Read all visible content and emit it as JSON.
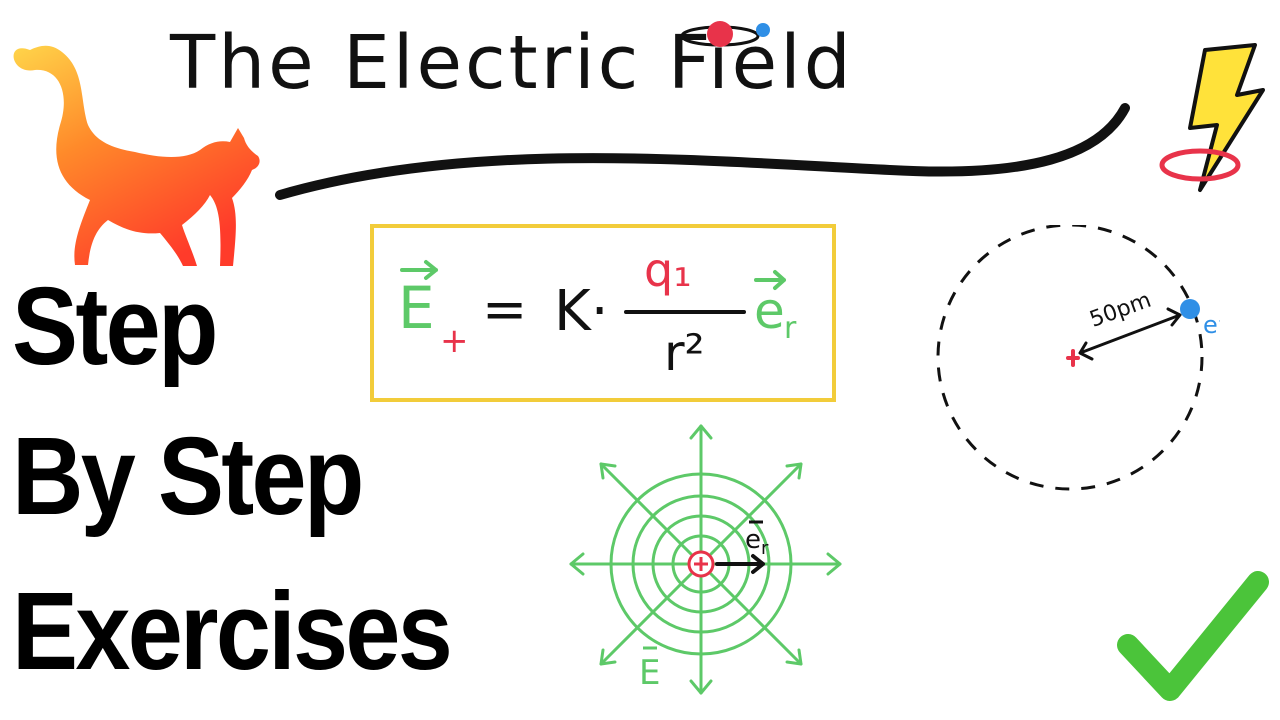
{
  "title": "The Electric Field",
  "headline": {
    "line1": "Step",
    "line2": "By Step",
    "line3": "Exercises"
  },
  "formula": {
    "lhs": "E",
    "lhs_subscript": "+",
    "equals": "=",
    "constant": "K·",
    "numerator": "q₁",
    "denominator": "r²",
    "unit_vector": "e",
    "unit_vector_subscript": "r"
  },
  "field_diagram": {
    "unit_vector_label": "e",
    "unit_vector_subscript": "r",
    "field_label": "E"
  },
  "orbit_diagram": {
    "distance_label": "50pm",
    "electron_label": "e⁻"
  },
  "colors": {
    "green": "#5dc968",
    "red": "#e8334a",
    "blue": "#2f8fe6",
    "yellow": "#f2cc3a",
    "check": "#4bc43a"
  }
}
